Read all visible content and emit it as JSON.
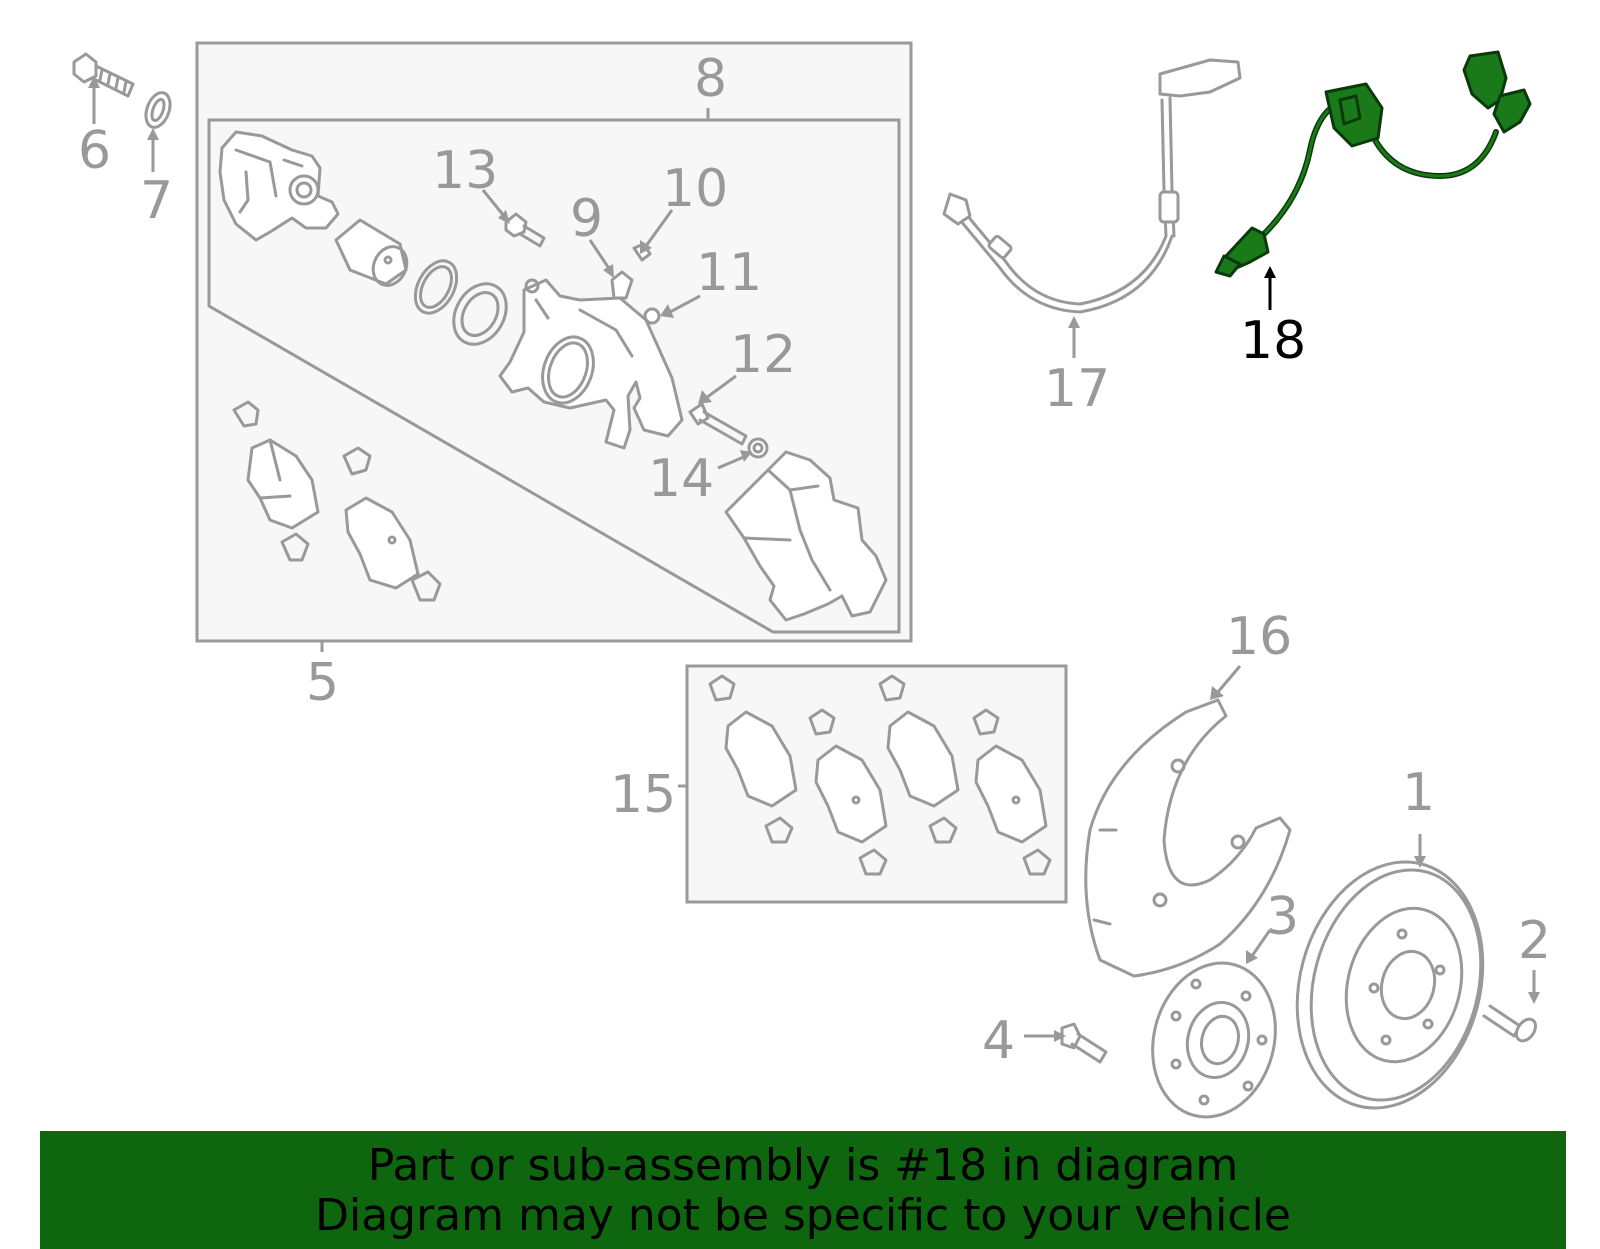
{
  "labels": {
    "p1": "1",
    "p2": "2",
    "p3": "3",
    "p4": "4",
    "p5": "5",
    "p6": "6",
    "p7": "7",
    "p8": "8",
    "p9": "9",
    "p10": "10",
    "p11": "11",
    "p12": "12",
    "p13": "13",
    "p14": "14",
    "p15": "15",
    "p16": "16",
    "p17": "17",
    "p18": "18"
  },
  "highlight": {
    "part_number": "18",
    "color": "#1a7a1a"
  },
  "banner": {
    "line1": "Part or sub-assembly is #18 in diagram",
    "line2": "Diagram may not be specific to your vehicle",
    "background": "#0e660e"
  }
}
